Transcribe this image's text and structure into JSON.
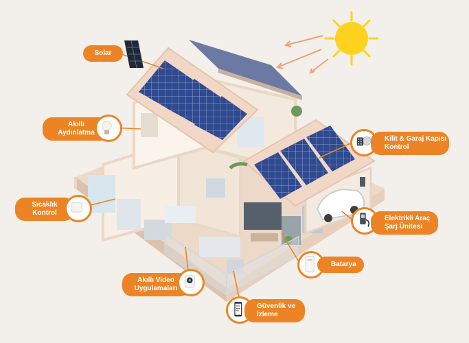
{
  "colors": {
    "accent": "#ec8425",
    "background": "#f3efea",
    "sun": "#ffd21f",
    "panel": "#2f4a8f"
  },
  "callouts": [
    {
      "id": "solar",
      "lines": [
        "Solar"
      ],
      "icon": "solar-panel-icon"
    },
    {
      "id": "lighting",
      "lines": [
        "Akıllı",
        "Aydınlatma"
      ],
      "icon": "light-bulb-icon"
    },
    {
      "id": "temperature",
      "lines": [
        "Sıcaklık",
        "Kontrol"
      ],
      "icon": "thermostat-icon"
    },
    {
      "id": "video",
      "lines": [
        "Akıllı Video",
        "Uygulamaları"
      ],
      "icon": "security-camera-icon"
    },
    {
      "id": "security",
      "lines": [
        "Güvenlik ve",
        "İzleme"
      ],
      "icon": "smartphone-app-icon"
    },
    {
      "id": "battery",
      "lines": [
        "Batarya"
      ],
      "icon": "home-battery-icon"
    },
    {
      "id": "ev",
      "lines": [
        "Elektrikli Araç",
        "Şarj Ünitesi"
      ],
      "icon": "ev-charger-icon"
    },
    {
      "id": "lock",
      "lines": [
        "Kilit & Garaj Kapısı",
        "Kontrol"
      ],
      "icon": "smart-lock-icon"
    }
  ]
}
